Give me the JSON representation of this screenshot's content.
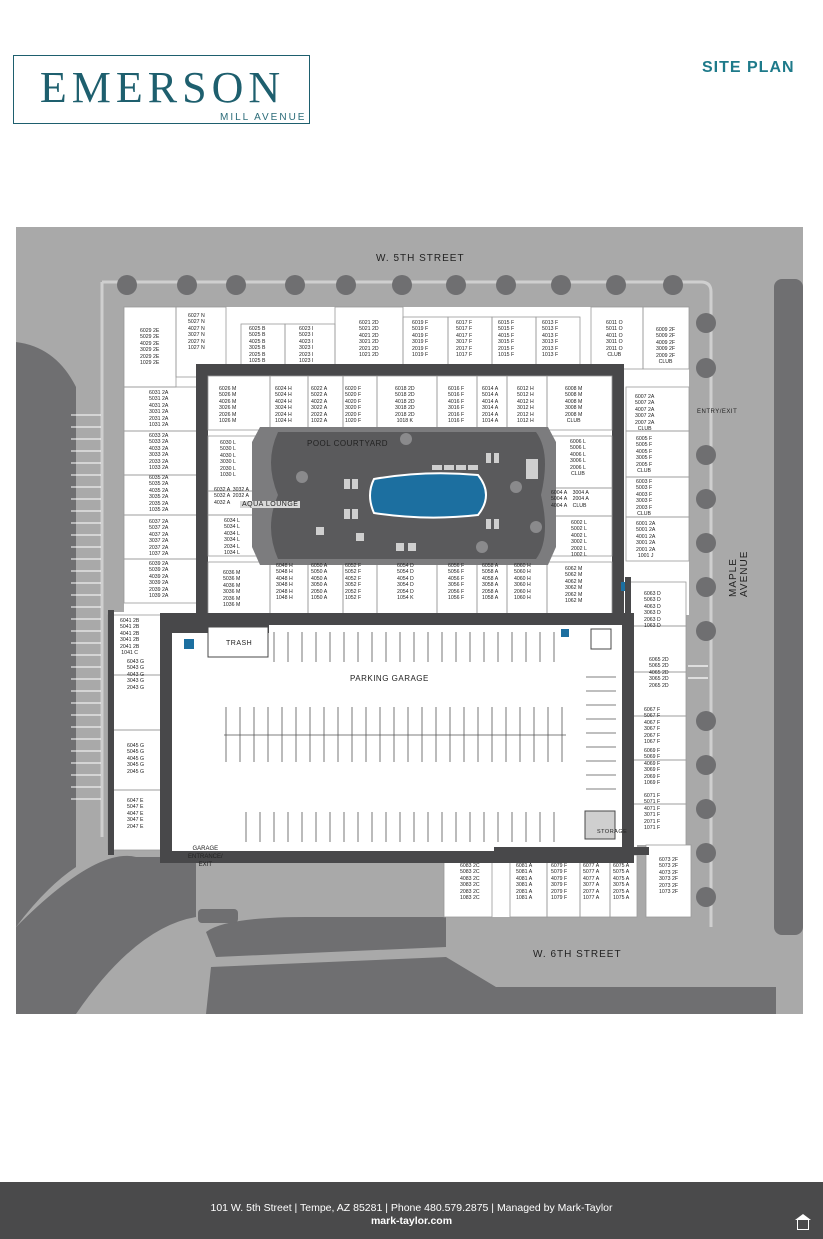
{
  "header": {
    "brand": "EMERSON",
    "brand_sub": "MILL AVENUE",
    "page_label": "SITE PLAN"
  },
  "streets": {
    "north": "W. 5TH STREET",
    "south": "W. 6TH STREET",
    "east": "MAPLE AVENUE"
  },
  "areas": {
    "pool": "POOL COURTYARD",
    "lounge": "AQUA LOUNGE",
    "garage": "PARKING GARAGE",
    "trash": "TRASH",
    "storage": "STORAGE",
    "entry": "ENTRY/EXIT",
    "garage_entrance": "GARAGE\nENTRANCE/\nEXIT"
  },
  "units": [
    {
      "id": "u-6029",
      "text": "6029 2E\n5029 2E\n4029 2E\n3029 2E\n2029 2E\n1029 2E"
    },
    {
      "id": "u-6027",
      "text": "6027 N\n5027 N\n4027 N\n3027 N\n2027 N\n1027 N"
    },
    {
      "id": "u-6025",
      "text": "6025 B\n5025 B\n4025 B\n3025 B\n2025 B\n1025 B"
    },
    {
      "id": "u-6023",
      "text": "6023 I\n5023 I\n4023 I\n3023 I\n2023 I\n1023 I"
    },
    {
      "id": "u-6021",
      "text": "6021 2D\n5021 2D\n4021 2D\n3021 2D\n2021 2D\n1021 2D"
    },
    {
      "id": "u-6019",
      "text": "6019 F\n5019 F\n4019 F\n3019 F\n2019 F\n1019 F"
    },
    {
      "id": "u-6017",
      "text": "6017 F\n5017 F\n4017 F\n3017 F\n2017 F\n1017 F"
    },
    {
      "id": "u-6015",
      "text": "6015 F\n5015 F\n4015 F\n3015 F\n2015 F\n1015 F"
    },
    {
      "id": "u-6013",
      "text": "6013 F\n5013 F\n4013 F\n3013 F\n2013 F\n1013 F"
    },
    {
      "id": "u-6011",
      "text": "6011 O\n5011 O\n4011 O\n3011 O\n2011 O\nCLUB"
    },
    {
      "id": "u-6009",
      "text": "6009 2F\n5009 2F\n4009 2F\n3009 2F\n2009 2F\nCLUB"
    },
    {
      "id": "u-6031",
      "text": "6031 2A\n5031 2A\n4031 2A\n3031 2A\n2031 2A\n1031 2A"
    },
    {
      "id": "u-6026",
      "text": "6026 M\n5026 M\n4026 M\n3026 M\n2026 M\n1026 M"
    },
    {
      "id": "u-6024",
      "text": "6024 H\n5024 H\n4024 H\n3024 H\n2024 H\n1024 H"
    },
    {
      "id": "u-6022",
      "text": "6022 A\n5022 A\n4022 A\n3022 A\n2022 A\n1022 A"
    },
    {
      "id": "u-6020",
      "text": "6020 F\n5020 F\n4020 F\n3020 F\n2020 F\n1020 F"
    },
    {
      "id": "u-6018",
      "text": "6018 2D\n5018 2D\n4018 2D\n3018 2D\n2018 2D\n1018 K"
    },
    {
      "id": "u-6016",
      "text": "6016 F\n5016 F\n4016 F\n3016 F\n2016 F\n1016 F"
    },
    {
      "id": "u-6014",
      "text": "6014 A\n5014 A\n4014 A\n3014 A\n2014 A\n1014 A"
    },
    {
      "id": "u-6012",
      "text": "6012 H\n5012 H\n4012 H\n3012 H\n2012 H\n1012 H"
    },
    {
      "id": "u-6008",
      "text": "6008 M\n5008 M\n4008 M\n3008 M\n2008 M\nCLUB"
    },
    {
      "id": "u-6007",
      "text": "6007 2A\n5007 2A\n4007 2A\n3007 2A\n2007 2A\nCLUB"
    },
    {
      "id": "u-6033",
      "text": "6033 2A\n5033 2A\n4033 2A\n3033 2A\n2033 2A\n1033 2A"
    },
    {
      "id": "u-6030",
      "text": "6030 L\n5030 L\n4030 L\n3030 L\n2030 L\n1030 L"
    },
    {
      "id": "u-6006",
      "text": "6006 L\n5006 L\n4006 L\n3006 L\n2006 L\nCLUB"
    },
    {
      "id": "u-6005",
      "text": "6005 F\n5005 F\n4005 F\n3005 F\n2005 F\nCLUB"
    },
    {
      "id": "u-6035",
      "text": "6035 2A\n5035 2A\n4035 2A\n3035 2A\n2035 2A\n1035 2A"
    },
    {
      "id": "u-6032",
      "text": "6032 A  3032 A\n5032 A  2032 A\n4032 A"
    },
    {
      "id": "u-6004",
      "text": "6004 A    3004 A\n5004 A    2004 A\n4004 A    CLUB"
    },
    {
      "id": "u-6003",
      "text": "6003 F\n5003 F\n4003 F\n3003 F\n2003 F\nCLUB"
    },
    {
      "id": "u-6037",
      "text": "6037 2A\n5037 2A\n4037 2A\n3037 2A\n2037 2A\n1037 2A"
    },
    {
      "id": "u-6034",
      "text": "6034 L\n5034 L\n4034 L\n3034 L\n2034 L\n1034 L"
    },
    {
      "id": "u-6002",
      "text": "6002 L\n5002 L\n4002 L\n3002 L\n2002 L\n1002 L"
    },
    {
      "id": "u-6001",
      "text": "6001 2A\n5001 2A\n4001 2A\n3001 2A\n2001 2A\n1001 J"
    },
    {
      "id": "u-6039",
      "text": "6039 2A\n5039 2A\n4039 2A\n3039 2A\n2039 2A\n1039 2A"
    },
    {
      "id": "u-6036",
      "text": "6036 M\n5036 M\n4036 M\n3036 M\n2036 M\n1036 M"
    },
    {
      "id": "u-6048",
      "text": "6048 H\n5048 H\n4048 H\n3048 H\n2048 H\n1048 H"
    },
    {
      "id": "u-6050",
      "text": "6050 A\n5050 A\n4050 A\n3050 A\n2050 A\n1050 A"
    },
    {
      "id": "u-6052",
      "text": "6052 F\n5052 F\n4052 F\n3052 F\n2052 F\n1052 F"
    },
    {
      "id": "u-6054",
      "text": "6054 D\n5054 D\n4054 D\n3054 D\n2054 D\n1054 K"
    },
    {
      "id": "u-6056",
      "text": "6056 F\n5056 F\n4056 F\n3056 F\n2056 F\n1056 F"
    },
    {
      "id": "u-6058",
      "text": "6058 A\n5058 A\n4058 A\n3058 A\n2058 A\n1058 A"
    },
    {
      "id": "u-6060",
      "text": "6060 H\n5060 H\n4060 H\n3060 H\n2060 H\n1060 H"
    },
    {
      "id": "u-6062",
      "text": "6062 M\n5062 M\n4062 M\n3062 M\n2062 M\n1062 M"
    },
    {
      "id": "u-6063",
      "text": "6063 D\n5063 D\n4063 D\n3063 D\n2063 D\n1063 D"
    },
    {
      "id": "u-6041",
      "text": "6041 2B\n5041 2B\n4041 2B\n3041 2B\n2041 2B\n1041 C"
    },
    {
      "id": "u-6065",
      "text": "6065 2D\n5065 2D\n4065 2D\n3065 2D\n2065 2D"
    },
    {
      "id": "u-6043",
      "text": "6043 G\n5043 G\n4043 G\n3043 G\n2043 G"
    },
    {
      "id": "u-6067",
      "text": "6067 F\n5067 F\n4067 F\n3067 F\n2067 F\n1067 F"
    },
    {
      "id": "u-6045",
      "text": "6045 G\n5045 G\n4045 G\n3045 G\n2045 G"
    },
    {
      "id": "u-6069",
      "text": "6069 F\n5069 F\n4069 F\n3069 F\n2069 F\n1069 F"
    },
    {
      "id": "u-6047",
      "text": "6047 E\n5047 E\n4047 E\n3047 E\n2047 E"
    },
    {
      "id": "u-6071",
      "text": "6071 F\n5071 F\n4071 F\n3071 F\n2071 F\n1071 F"
    },
    {
      "id": "u-6083",
      "text": "6083 2C\n5083 2C\n4083 2C\n3083 2C\n2083 2C\n1083 2C"
    },
    {
      "id": "u-6081",
      "text": "6081 A\n5081 A\n4081 A\n3081 A\n2081 A\n1081 A"
    },
    {
      "id": "u-6079",
      "text": "6079 F\n5079 F\n4079 F\n3079 F\n2079 F\n1079 F"
    },
    {
      "id": "u-6077",
      "text": "6077 A\n5077 A\n4077 A\n3077 A\n2077 A\n1077 A"
    },
    {
      "id": "u-6075",
      "text": "6075 A\n5075 A\n4075 A\n3075 A\n2075 A\n1075 A"
    },
    {
      "id": "u-6073",
      "text": "6073 2F\n5073 2F\n4073 2F\n3073 2F\n2073 2F\n1073 2F"
    }
  ],
  "footer": {
    "line1": "101 W. 5th Street | Tempe, AZ 85281 | Phone 480.579.2875 | Managed by Mark-Taylor",
    "line2": "mark-taylor.com",
    "icon": "equal-housing-icon"
  },
  "colors": {
    "brand": "#1e5f6e",
    "accent": "#1e7a8a",
    "footer_bg": "#4a4a4b",
    "road": "#a9a9a9",
    "road_dark": "#6f6f71",
    "building_wall": "#48484a",
    "pool": "#1c6fa0"
  }
}
